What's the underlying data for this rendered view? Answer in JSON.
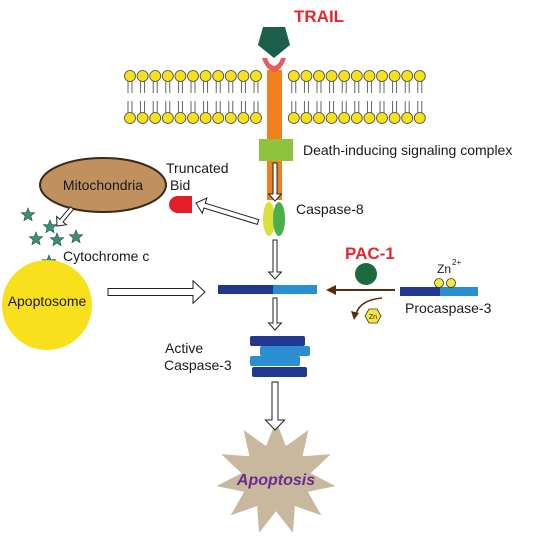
{
  "labels": {
    "trail": "TRAIL",
    "disc": "Death-inducing signaling complex",
    "truncated_bid_line1": "Truncated",
    "truncated_bid_line2": "Bid",
    "mitochondria": "Mitochondria",
    "caspase8": "Caspase-8",
    "cytochrome": "Cytochrome c",
    "apoptosome": "Apoptosome",
    "pac1": "PAC-1",
    "zn2": "Zn",
    "zn2_charge": "2+",
    "zn": "Zn",
    "procaspase3": "Procaspase-3",
    "active_line1": "Active",
    "active_line2": "Caspase-3",
    "apoptosis": "Apoptosis"
  },
  "colors": {
    "trail_label": "#e8262b",
    "pac1_label": "#e8262b",
    "apoptosis_label": "#6a2c91",
    "trail_ligand": "#1b5e4a",
    "receptor": "#f07f1e",
    "receptor_top": "#e85d5d",
    "lipid_head": "#f7e11b",
    "disc_box": "#8fc33f",
    "mitochondria": "#c0905f",
    "bid": "#e41e26",
    "caspase8_a": "#d8e23a",
    "caspase8_b": "#4cae4c",
    "cytochrome": "#3d8d78",
    "apoptosome": "#f9e01c",
    "pac1_circle": "#1b6b3e",
    "casp3_dark": "#21388e",
    "casp3_light": "#2a8fd1",
    "zn_dot": "#f4e83a",
    "star": "#c7b89e"
  }
}
